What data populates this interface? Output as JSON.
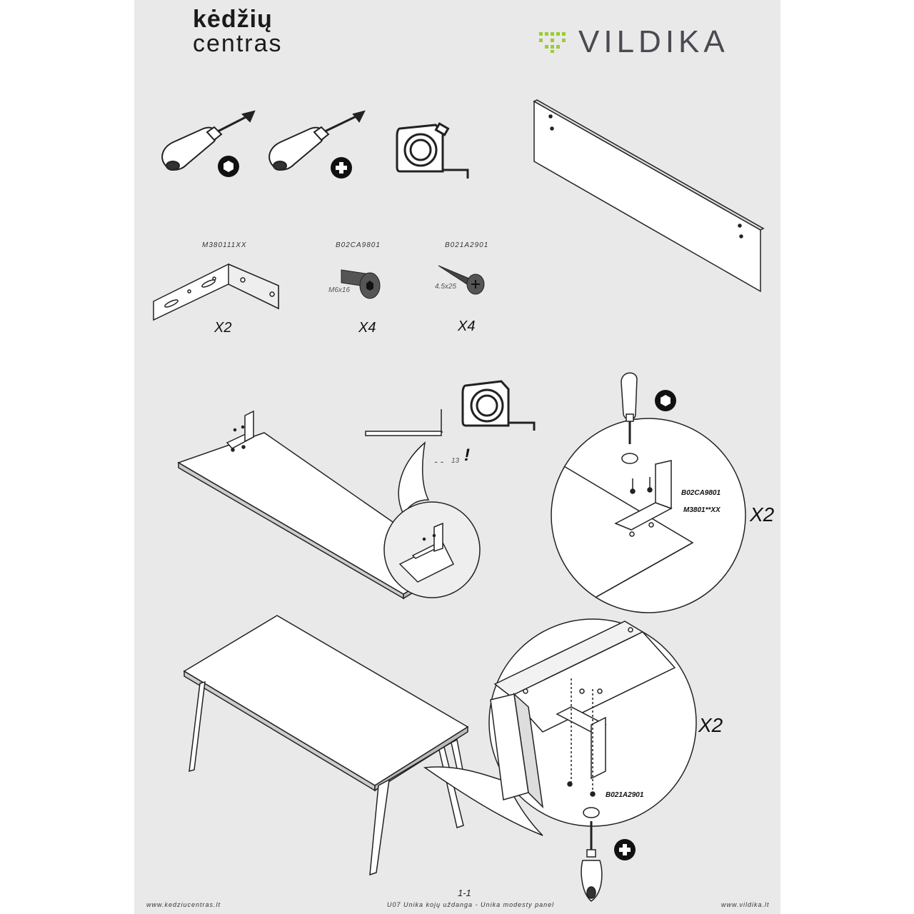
{
  "header": {
    "brand_left_line1": "kėdžių",
    "brand_left_line2": "centras",
    "brand_right": "VILDIKA",
    "brand_right_accent": "#9acd32"
  },
  "tools": [
    {
      "name": "hex-screwdriver",
      "bit": "hex"
    },
    {
      "name": "phillips-screwdriver",
      "bit": "plus"
    },
    {
      "name": "tape-measure"
    }
  ],
  "parts": [
    {
      "code": "M380111XX",
      "quantity": "X2"
    },
    {
      "code": "B02CA9801",
      "size": "M6x16",
      "quantity": "X4"
    },
    {
      "code": "B021A2901",
      "size": "4.5x25",
      "quantity": "X4"
    }
  ],
  "step1": {
    "measure": "13",
    "warning": "!",
    "callout_code_1": "B02CA9801",
    "callout_code_2": "M3801**XX",
    "callout_quantity": "X2"
  },
  "step2": {
    "callout_code": "B021A2901",
    "callout_quantity": "X2"
  },
  "footer": {
    "website_left": "www.kedziucentras.lt",
    "description": "U07 Unika kojų uždanga - Unika modesty panel",
    "website_right": "www.vildika.lt",
    "page_number": "1-1"
  }
}
